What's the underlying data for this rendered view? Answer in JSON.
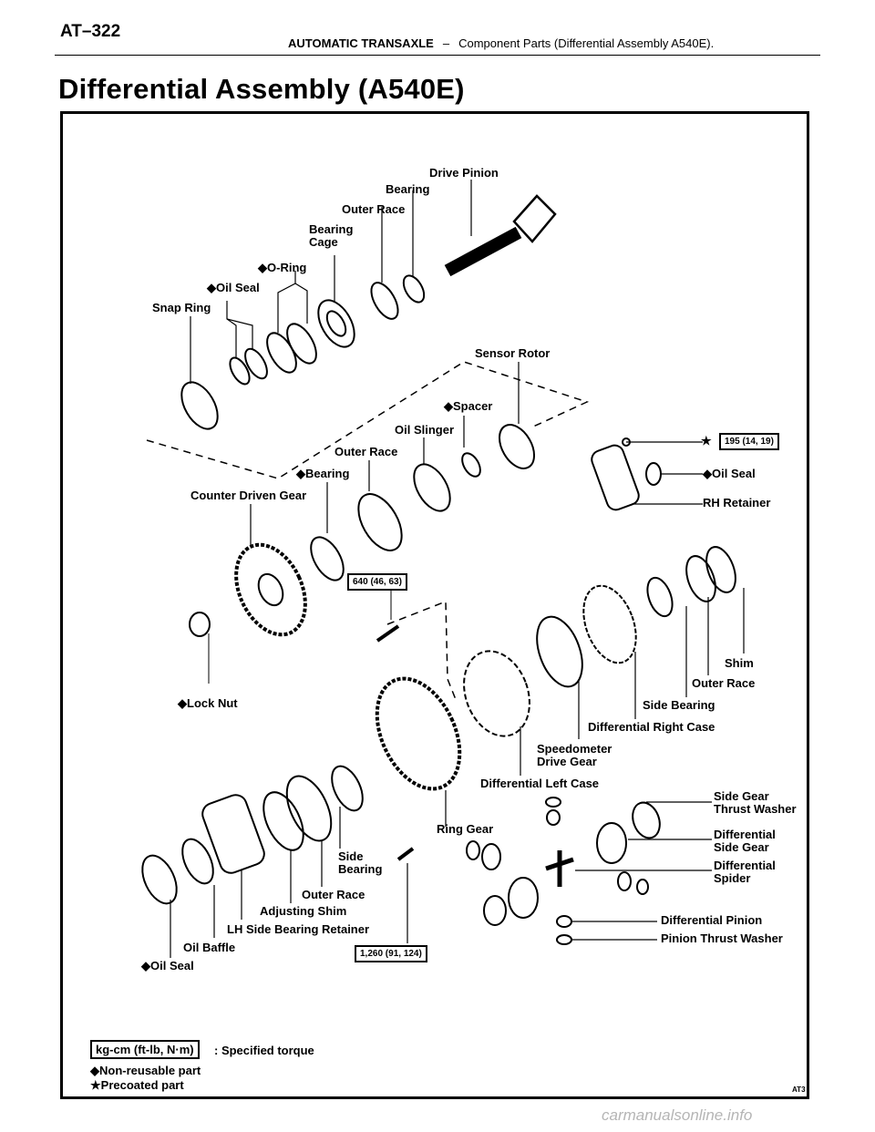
{
  "header": {
    "page_number": "AT–322",
    "section": "AUTOMATIC TRANSAXLE",
    "separator": "–",
    "subsection": "Component Parts (Differential Assembly  A540E)."
  },
  "title": "Differential Assembly (A540E)",
  "labels": {
    "drive_pinion": "Drive Pinion",
    "bearing_top": "Bearing",
    "outer_race_top": "Outer Race",
    "bearing_cage": "Bearing\nCage",
    "o_ring": "O-Ring",
    "oil_seal_top": "Oil Seal",
    "snap_ring": "Snap Ring",
    "sensor_rotor": "Sensor Rotor",
    "spacer": "Spacer",
    "oil_slinger": "Oil Slinger",
    "outer_race_mid": "Outer Race",
    "bearing_mid": "Bearing",
    "counter_driven_gear": "Counter Driven Gear",
    "oil_seal_rh": "Oil Seal",
    "rh_retainer": "RH Retainer",
    "lock_nut": "Lock Nut",
    "shim": "Shim",
    "outer_race_right": "Outer Race",
    "side_bearing_right": "Side Bearing",
    "differential_right_case": "Differential Right Case",
    "speedometer_drive_gear": "Speedometer\nDrive Gear",
    "differential_left_case": "Differential Left Case",
    "side_gear_thrust_washer": "Side Gear\nThrust Washer",
    "ring_gear": "Ring Gear",
    "differential_side_gear": "Differential\nSide Gear",
    "differential_spider": "Differential\nSpider",
    "side_bearing_left": "Side\nBearing",
    "outer_race_left": "Outer Race",
    "adjusting_shim": "Adjusting Shim",
    "lh_side_bearing_retainer": "LH Side Bearing Retainer",
    "oil_baffle": "Oil Baffle",
    "oil_seal_bottom": "Oil Seal",
    "differential_pinion": "Differential Pinion",
    "pinion_thrust_washer": "Pinion Thrust Washer"
  },
  "torques": {
    "rh_retainer_bolt": "195 (14, 19)",
    "ring_gear_bolt": "640 (46, 63)",
    "lh_retainer_bolt": "1,260 (91, 124)"
  },
  "legend": {
    "torque_unit": "kg-cm (ft-lb, N·m)",
    "torque_text": ": Specified torque",
    "non_reusable": "Non-reusable part",
    "precoated": "Precoated part"
  },
  "figure_code": "AT3",
  "watermark": "carmanualsonline.info"
}
